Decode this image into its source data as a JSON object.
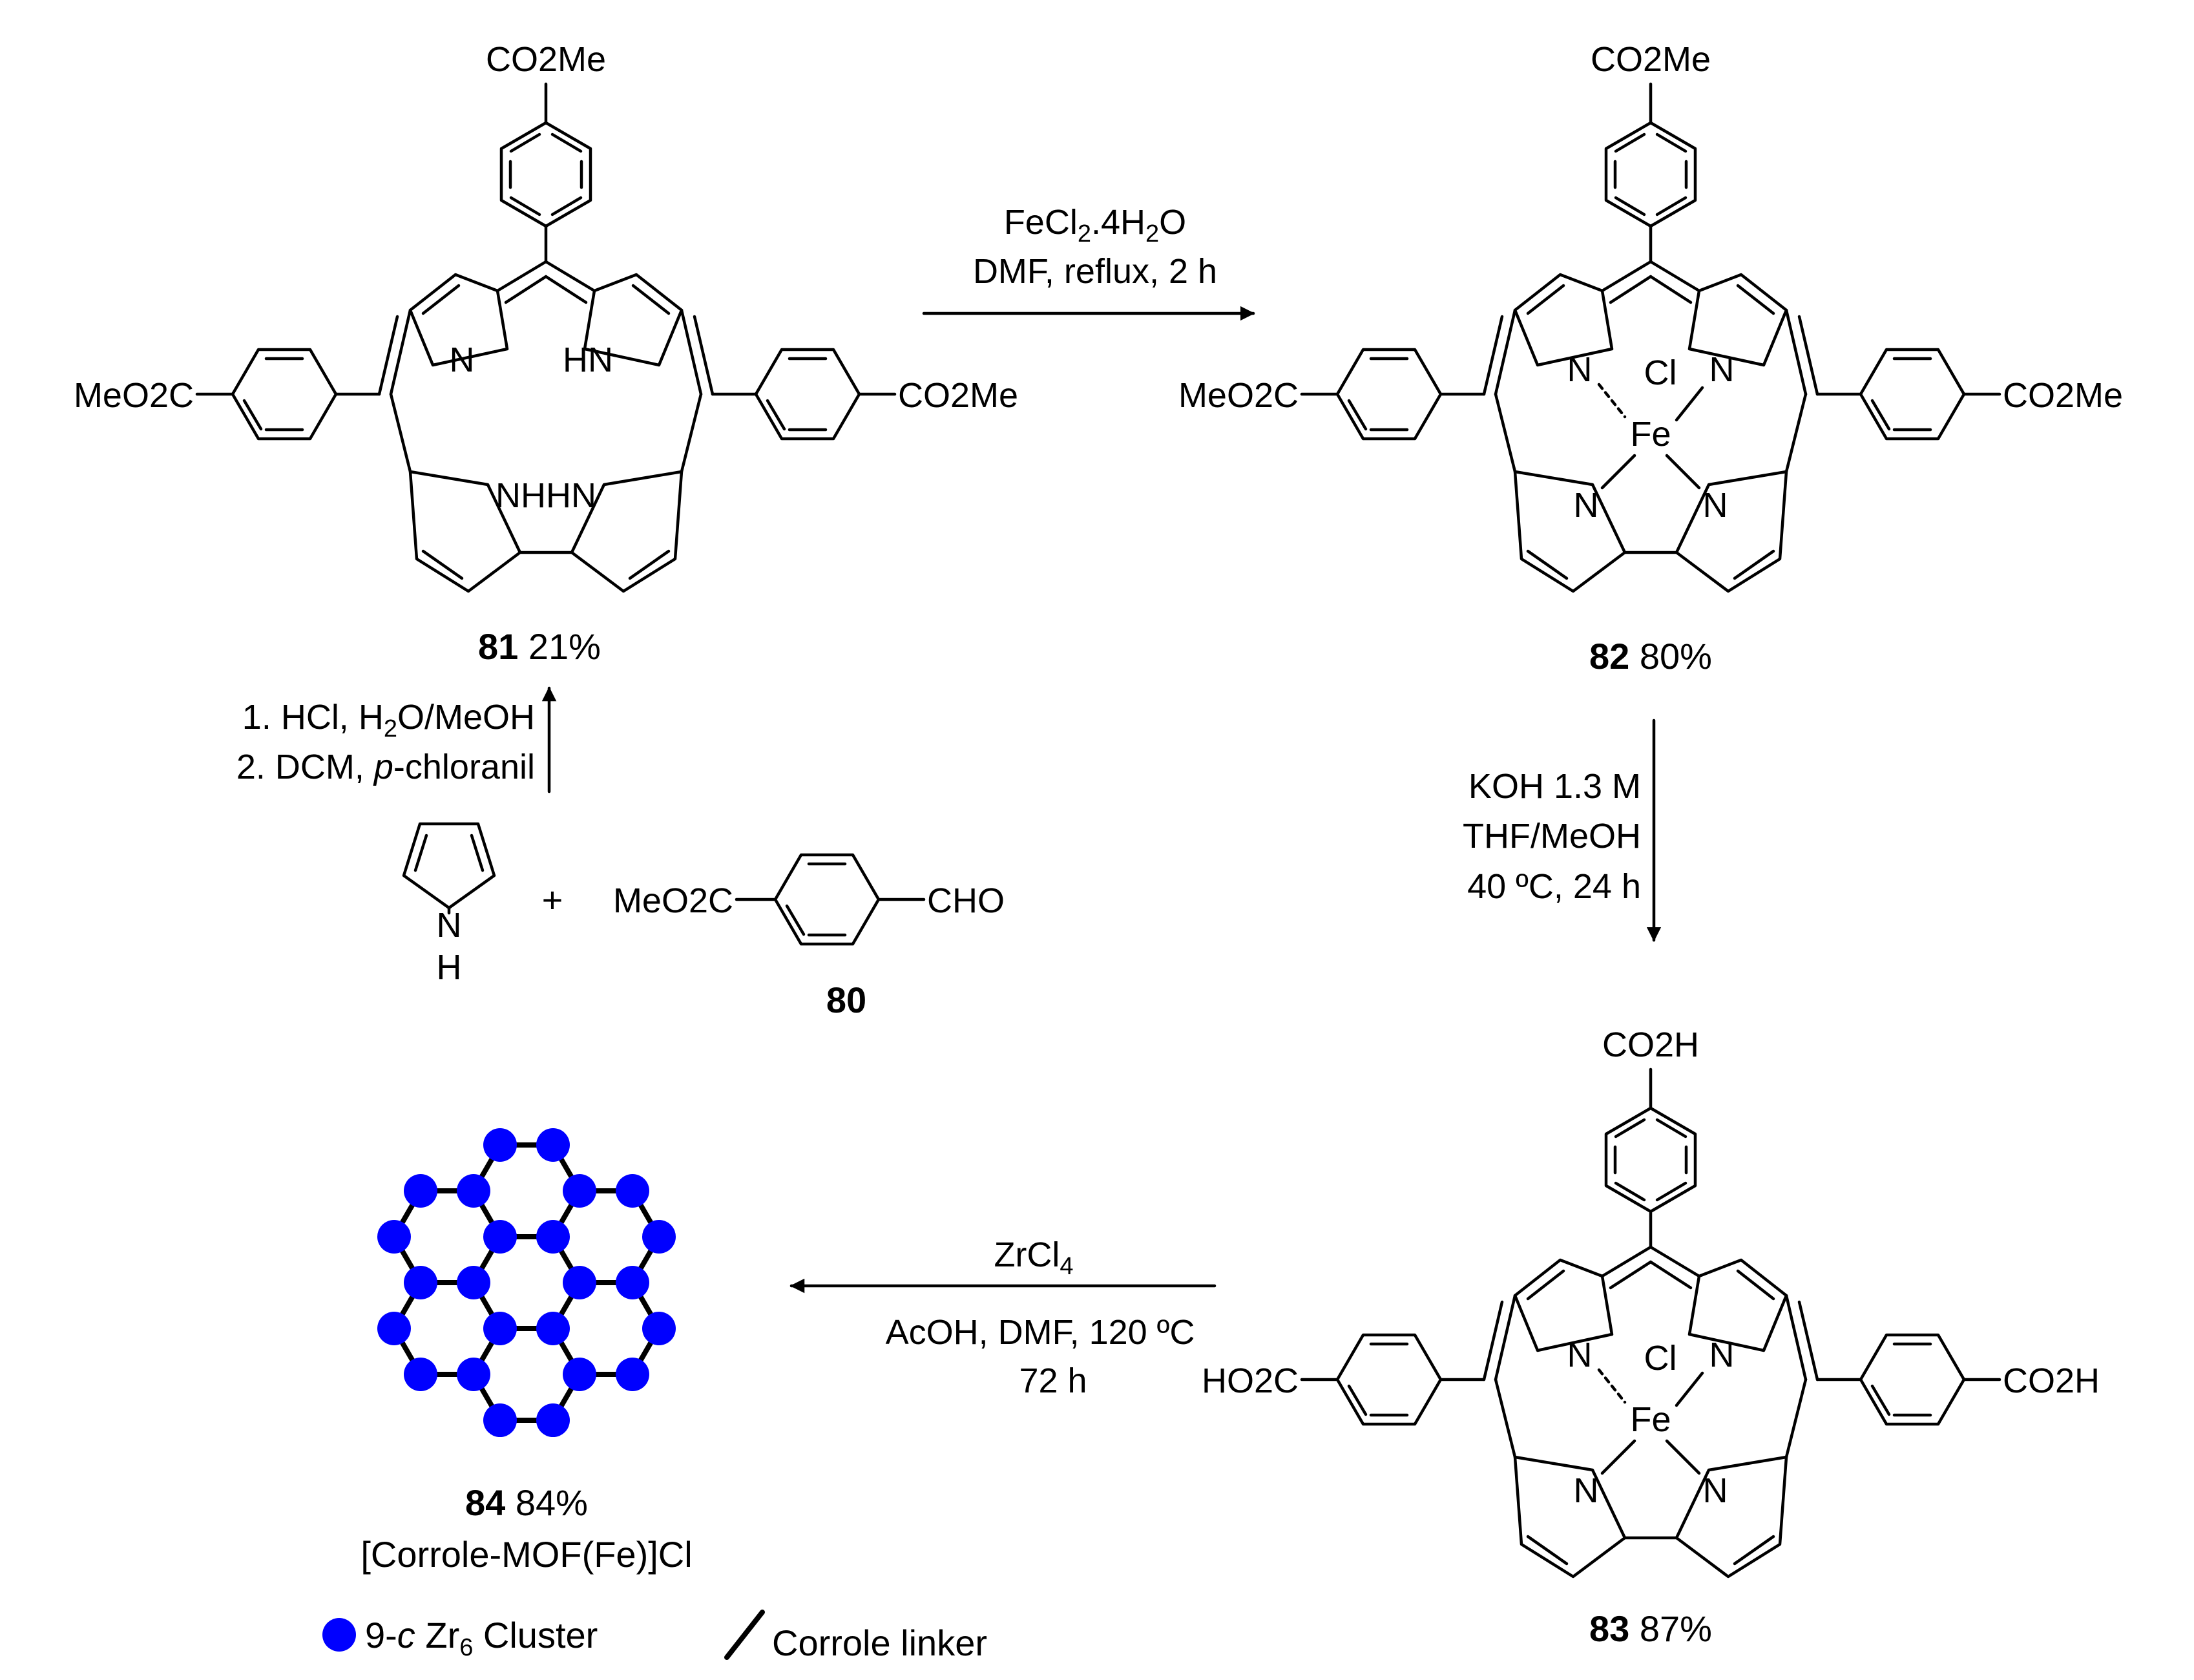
{
  "arrows": {
    "step_fe": {
      "reagent": "FeCl2.4H2O",
      "conditions": "DMF, reflux, 2 h"
    },
    "step_condensation": {
      "line1": "1. HCl, H2O/MeOH",
      "line2": "2. DCM, p-chloranil"
    },
    "step_hydrolysis": {
      "line1": "KOH 1.3 M",
      "line2": "THF/MeOH",
      "line3": "40 ºC, 24 h"
    },
    "step_mof": {
      "reagent": "ZrCl4",
      "line2": "AcOH, DMF, 120 ºC",
      "line3": "72 h"
    }
  },
  "compounds": {
    "c80": {
      "number": "80",
      "left_group": "MeO2C",
      "right_group": "CHO"
    },
    "c81": {
      "number": "81",
      "yield": "21%",
      "top": "CO2Me",
      "left": "MeO2C",
      "right": "CO2Me",
      "nh_left": "N",
      "nh_right": "HN",
      "nh_bottom": "NHHN"
    },
    "c82": {
      "number": "82",
      "yield": "80%",
      "top": "CO2Me",
      "left": "MeO2C",
      "right": "CO2Me",
      "metal": "Fe",
      "ligand": "Cl"
    },
    "c83": {
      "number": "83",
      "yield": "87%",
      "top": "CO2H",
      "left": "HO2C",
      "right": "CO2H",
      "metal": "Fe",
      "ligand": "Cl"
    },
    "c84": {
      "number": "84",
      "yield": "84%",
      "name": "[Corrole-MOF(Fe)]Cl"
    },
    "pyrrole": {
      "n": "N",
      "h": "H"
    }
  },
  "plus": "+",
  "legend": {
    "cluster": "9-c Zr6 Cluster",
    "linker": "Corrole linker"
  },
  "colors": {
    "cluster": "#0000ff",
    "ink": "#000000"
  }
}
